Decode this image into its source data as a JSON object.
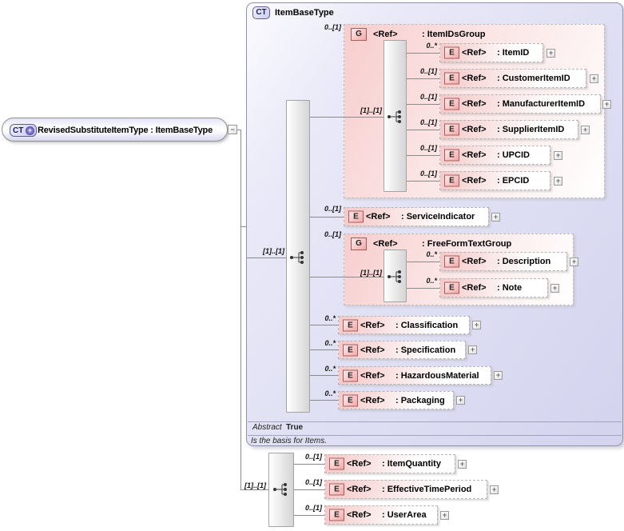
{
  "root_box": {
    "badge": "CT",
    "plus": "+",
    "title": "RevisedSubstituteItemType : ItemBaseType"
  },
  "panel": {
    "badge": "CT",
    "title": "ItemBaseType",
    "occurrence": "[1]..[1]",
    "abstract_label": "Abstract",
    "abstract_value": "True",
    "note": "Is the basis for Items."
  },
  "item_ids_group": {
    "occurrence": "0..[1]",
    "badge": "G",
    "ref_label": "<Ref>",
    "name": ": ItemIDsGroup",
    "inner_occurrence": "[1]..[1]",
    "children": [
      {
        "occurrence": "0..*",
        "badge": "E",
        "ref_label": "<Ref>",
        "name": ": ItemID"
      },
      {
        "occurrence": "0..[1]",
        "badge": "E",
        "ref_label": "<Ref>",
        "name": ": CustomerItemID"
      },
      {
        "occurrence": "0..[1]",
        "badge": "E",
        "ref_label": "<Ref>",
        "name": ": ManufacturerItemID"
      },
      {
        "occurrence": "0..[1]",
        "badge": "E",
        "ref_label": "<Ref>",
        "name": ": SupplierItemID"
      },
      {
        "occurrence": "0..[1]",
        "badge": "E",
        "ref_label": "<Ref>",
        "name": ": UPCID"
      },
      {
        "occurrence": "0..[1]",
        "badge": "E",
        "ref_label": "<Ref>",
        "name": ": EPCID"
      }
    ]
  },
  "service_indicator": {
    "occurrence": "0..[1]",
    "badge": "E",
    "ref_label": "<Ref>",
    "name": ": ServiceIndicator"
  },
  "free_form_group": {
    "occurrence": "0..[1]",
    "badge": "G",
    "ref_label": "<Ref>",
    "name": ": FreeFormTextGroup",
    "inner_occurrence": "[1]..[1]",
    "children": [
      {
        "occurrence": "0..*",
        "badge": "E",
        "ref_label": "<Ref>",
        "name": ": Description"
      },
      {
        "occurrence": "0..*",
        "badge": "E",
        "ref_label": "<Ref>",
        "name": ": Note"
      }
    ]
  },
  "item_elements": [
    {
      "occurrence": "0..*",
      "badge": "E",
      "ref_label": "<Ref>",
      "name": ": Classification"
    },
    {
      "occurrence": "0..*",
      "badge": "E",
      "ref_label": "<Ref>",
      "name": ": Specification"
    },
    {
      "occurrence": "0..*",
      "badge": "E",
      "ref_label": "<Ref>",
      "name": ": HazardousMaterial"
    },
    {
      "occurrence": "0..*",
      "badge": "E",
      "ref_label": "<Ref>",
      "name": ": Packaging"
    }
  ],
  "bottom_group": {
    "occurrence": "[1]..[1]",
    "children": [
      {
        "occurrence": "0..[1]",
        "badge": "E",
        "ref_label": "<Ref>",
        "name": ": ItemQuantity"
      },
      {
        "occurrence": "0..[1]",
        "badge": "E",
        "ref_label": "<Ref>",
        "name": ": EffectiveTimePeriod"
      },
      {
        "occurrence": "0..[1]",
        "badge": "E",
        "ref_label": "<Ref>",
        "name": ": UserArea"
      }
    ]
  },
  "symbols": {
    "expand": "+",
    "collapse": "−"
  },
  "colors": {
    "panel_fill": "#dbdbf2",
    "group_pink": "#f7cdcd",
    "badge_border": "#a85b5b",
    "line": "#8a8a8a"
  }
}
